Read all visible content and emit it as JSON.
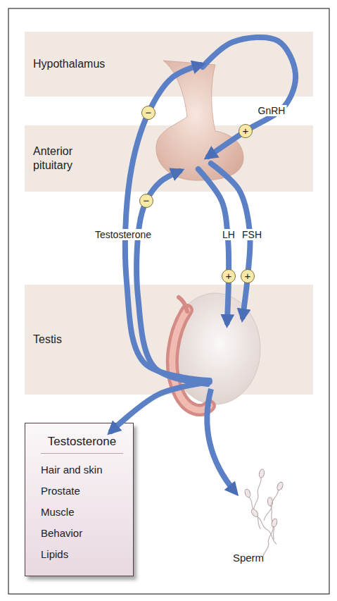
{
  "diagram": {
    "nodes": [
      {
        "text": [
          "Hypothalamus"
        ]
      },
      {
        "text": [
          "Anterior pituitary"
        ]
      },
      {
        "text": [
          "Testis"
        ]
      },
      {
        "text": [
          "Testosterone",
          "Hair and skin",
          "Prostate",
          "Muscle",
          "Behavior",
          "Lipids"
        ]
      }
    ],
    "edges": [
      {
        "from": 0,
        "to": 1,
        "label": "GnRH",
        "arrow": "to"
      },
      {
        "from": 1,
        "to": 2,
        "label": "LH",
        "arrow": "to"
      },
      {
        "from": 1,
        "to": 2,
        "label": "FSH",
        "arrow": "to"
      },
      {
        "from": 2,
        "to": 0,
        "arrow": "to"
      },
      {
        "from": 2,
        "to": 1,
        "label": "Testosterone",
        "arrow": "to"
      },
      {
        "from": 2,
        "to": 3,
        "arrow": "to"
      }
    ],
    "labels": [
      "−",
      "+",
      "−",
      "+",
      "+",
      "Sperm"
    ]
  }
}
